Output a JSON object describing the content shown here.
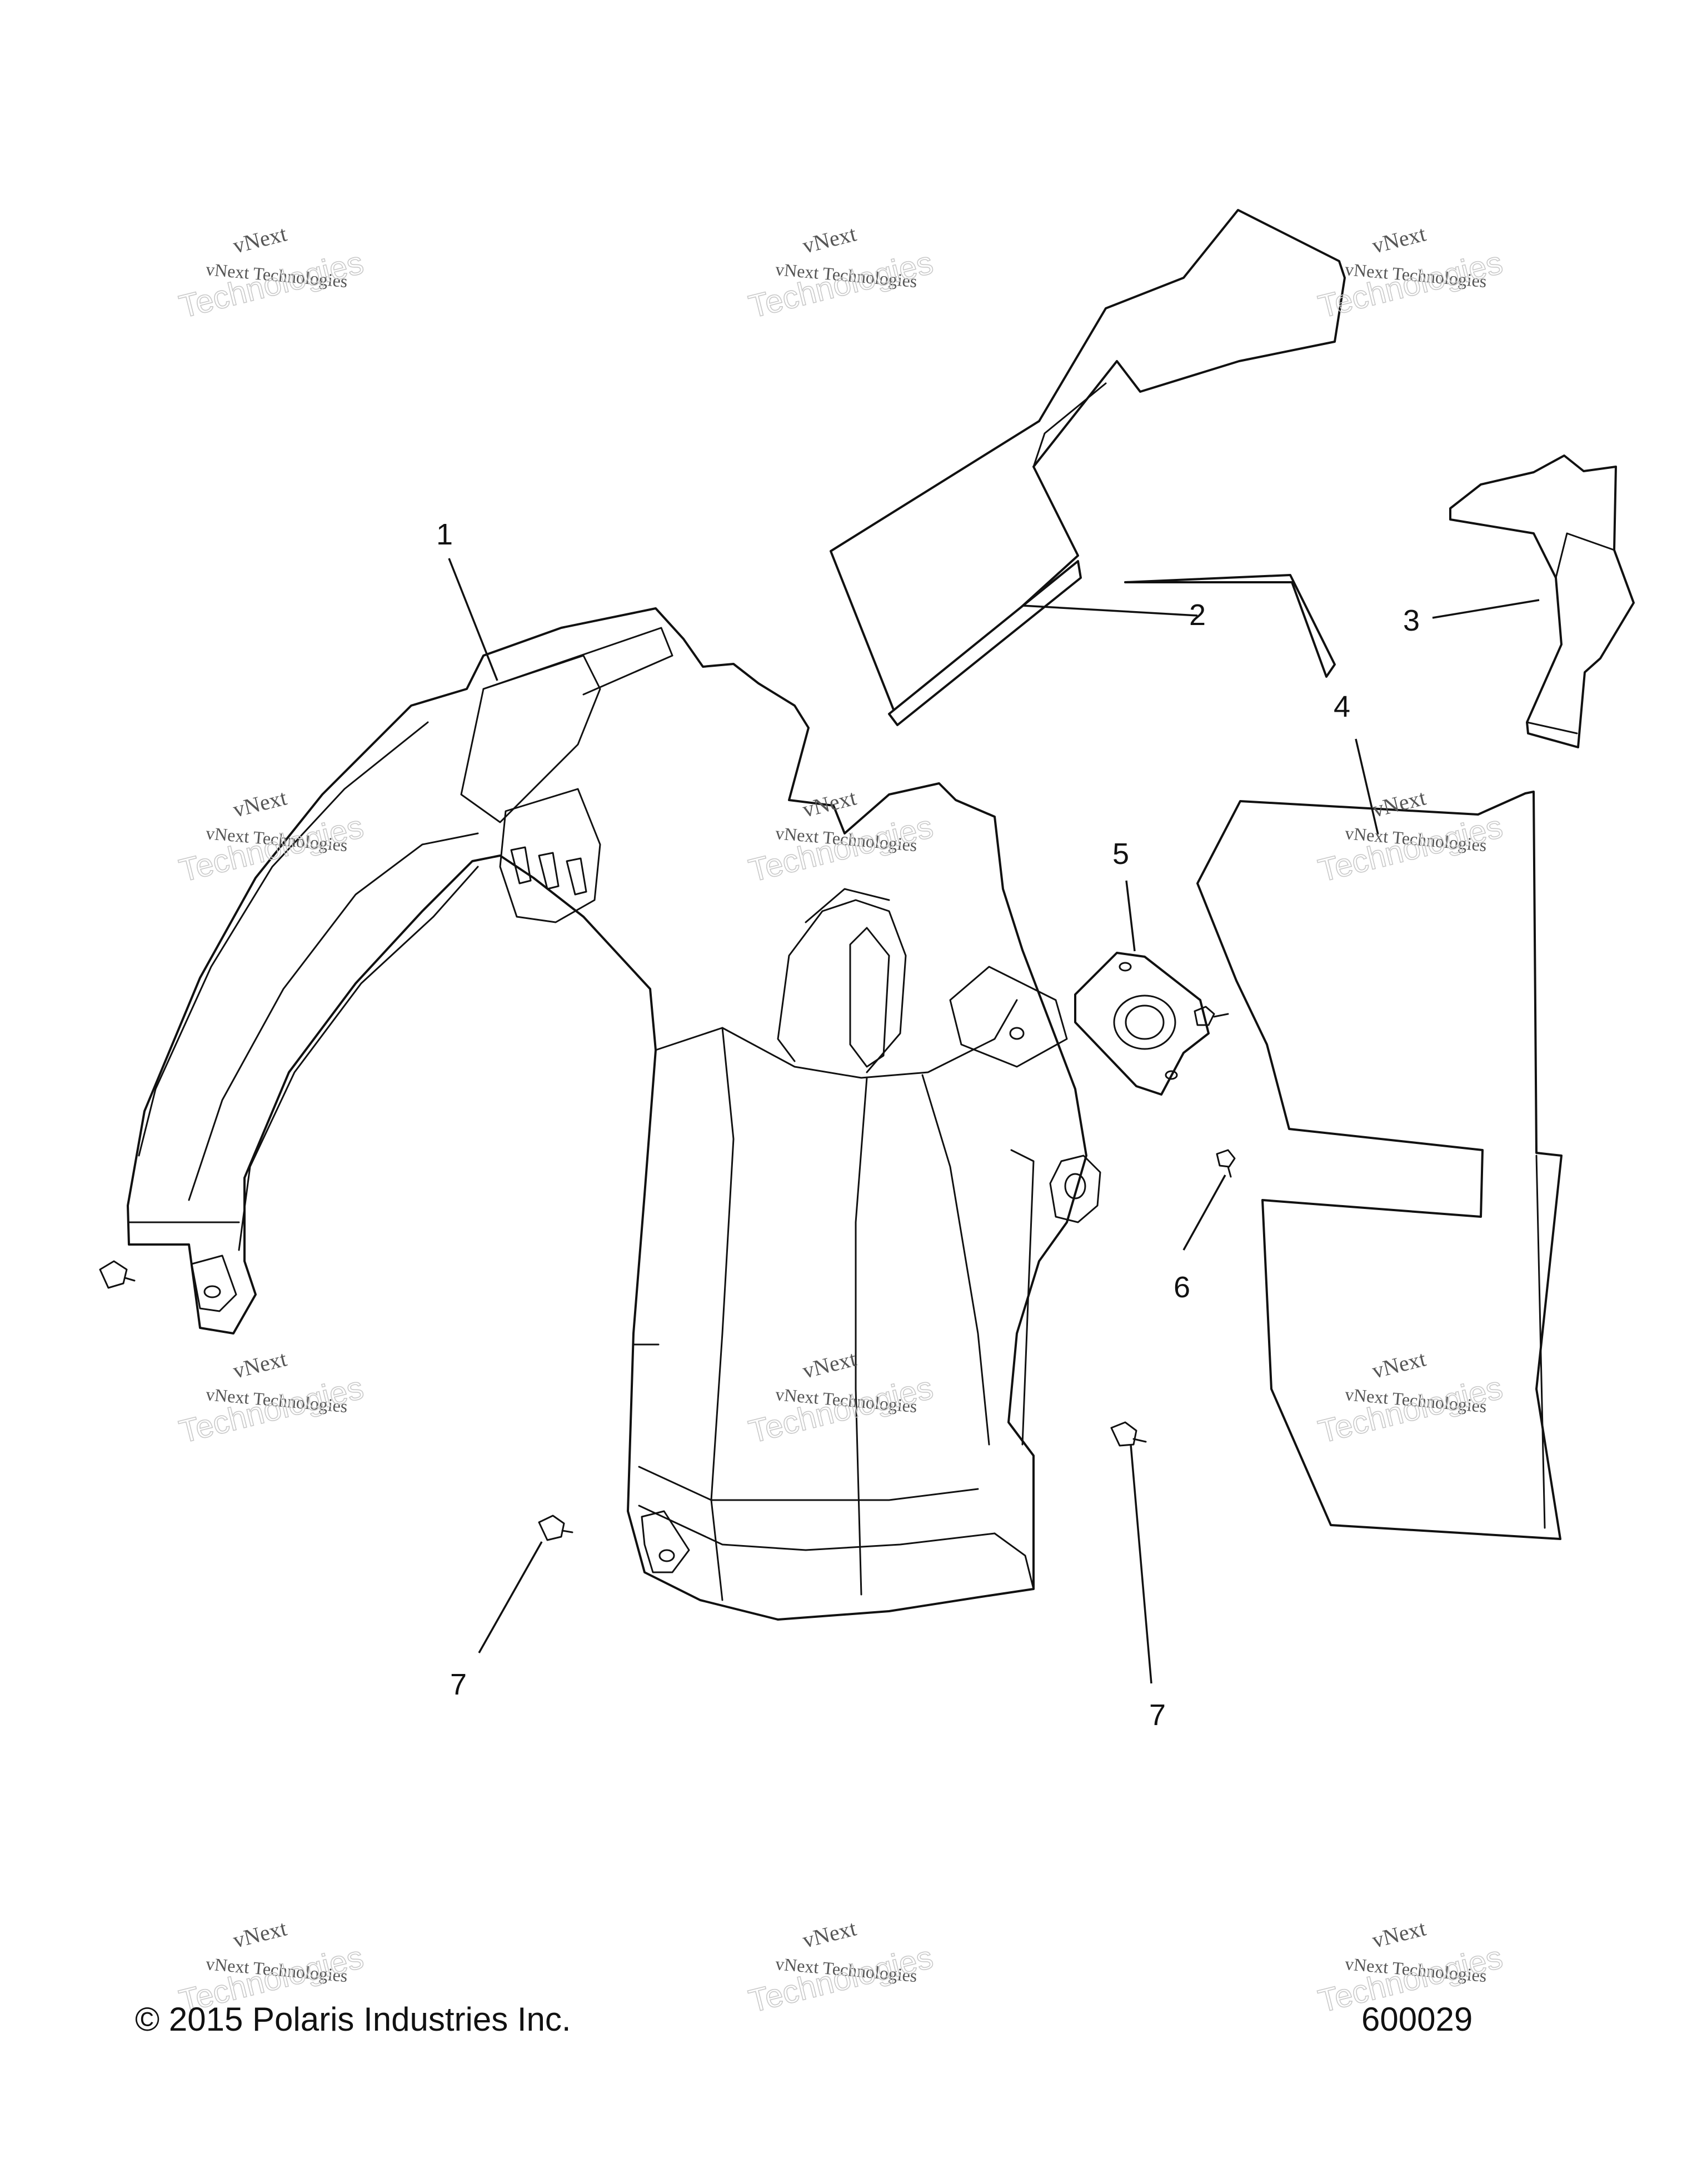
{
  "callouts": [
    "1",
    "2",
    "3",
    "4",
    "5",
    "6",
    "7",
    "7"
  ],
  "watermark": {
    "line1": "vNext",
    "line2": "vNext Technologies",
    "line3": "Technologies"
  },
  "footer": {
    "copyright": "© 2015 Polaris Industries Inc.",
    "drawing_number": "600029"
  }
}
